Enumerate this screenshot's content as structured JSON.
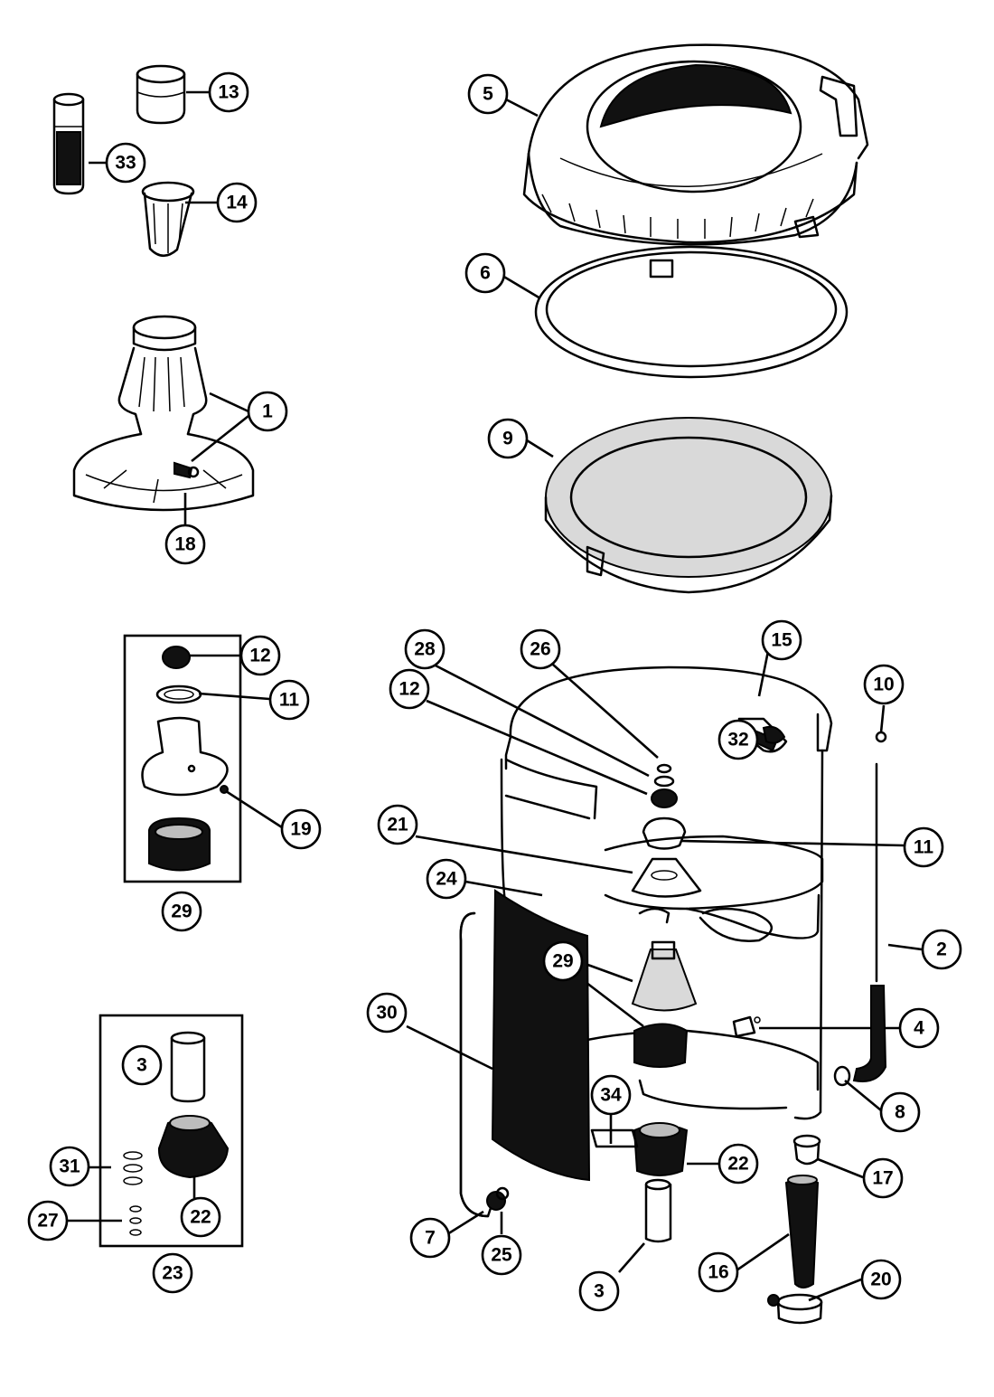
{
  "callouts": [
    {
      "id": "c13",
      "label": "13"
    },
    {
      "id": "c33",
      "label": "33"
    },
    {
      "id": "c14",
      "label": "14"
    },
    {
      "id": "c1",
      "label": "1"
    },
    {
      "id": "c18",
      "label": "18"
    },
    {
      "id": "c5",
      "label": "5"
    },
    {
      "id": "c6",
      "label": "6"
    },
    {
      "id": "c9",
      "label": "9"
    },
    {
      "id": "c12a",
      "label": "12"
    },
    {
      "id": "c11a",
      "label": "11"
    },
    {
      "id": "c19",
      "label": "19"
    },
    {
      "id": "c29a",
      "label": "29"
    },
    {
      "id": "c3a",
      "label": "3"
    },
    {
      "id": "c31",
      "label": "31"
    },
    {
      "id": "c27",
      "label": "27"
    },
    {
      "id": "c22a",
      "label": "22"
    },
    {
      "id": "c23",
      "label": "23"
    },
    {
      "id": "c28",
      "label": "28"
    },
    {
      "id": "c26",
      "label": "26"
    },
    {
      "id": "c15",
      "label": "15"
    },
    {
      "id": "c10",
      "label": "10"
    },
    {
      "id": "c32",
      "label": "32"
    },
    {
      "id": "c12b",
      "label": "12"
    },
    {
      "id": "c11b",
      "label": "11"
    },
    {
      "id": "c21",
      "label": "21"
    },
    {
      "id": "c24",
      "label": "24"
    },
    {
      "id": "c2",
      "label": "2"
    },
    {
      "id": "c29b",
      "label": "29"
    },
    {
      "id": "c30",
      "label": "30"
    },
    {
      "id": "c4",
      "label": "4"
    },
    {
      "id": "c8",
      "label": "8"
    },
    {
      "id": "c34",
      "label": "34"
    },
    {
      "id": "c22b",
      "label": "22"
    },
    {
      "id": "c17",
      "label": "17"
    },
    {
      "id": "c7",
      "label": "7"
    },
    {
      "id": "c25",
      "label": "25"
    },
    {
      "id": "c3b",
      "label": "3"
    },
    {
      "id": "c16",
      "label": "16"
    },
    {
      "id": "c20",
      "label": "20"
    }
  ]
}
